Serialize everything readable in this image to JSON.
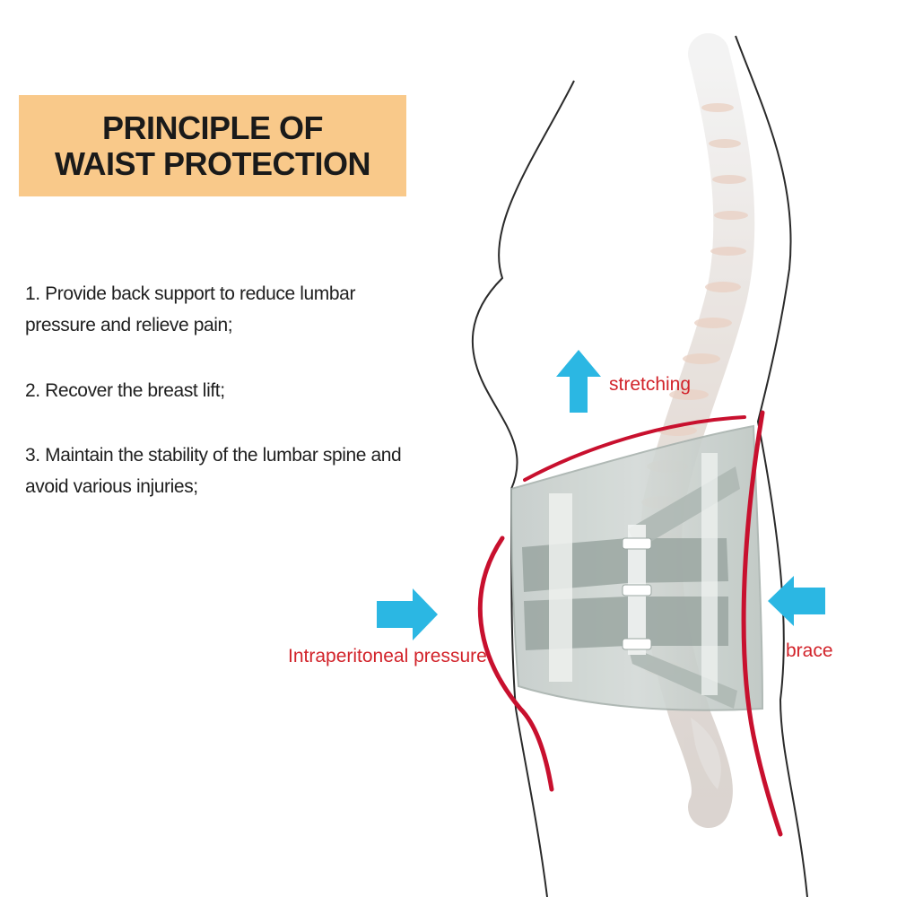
{
  "title": {
    "line1": "PRINCIPLE OF",
    "line2": "WAIST PROTECTION"
  },
  "points": [
    "1. Provide back support to reduce lumbar pressure and relieve pain;",
    "2. Recover the breast lift;",
    "3. Maintain the stability of the lumbar spine and avoid various injuries;"
  ],
  "labels": {
    "stretching": "stretching",
    "brace": "brace",
    "intraperitoneal": "Intraperitoneal pressure"
  },
  "colors": {
    "title_bg": "#f9c98a",
    "label_red": "#d2232a",
    "arrow_blue": "#2bb7e3",
    "brace_gray": "#c9d0cd"
  },
  "icons": [
    "arrow-up-icon",
    "arrow-left-icon",
    "arrow-right-icon"
  ]
}
